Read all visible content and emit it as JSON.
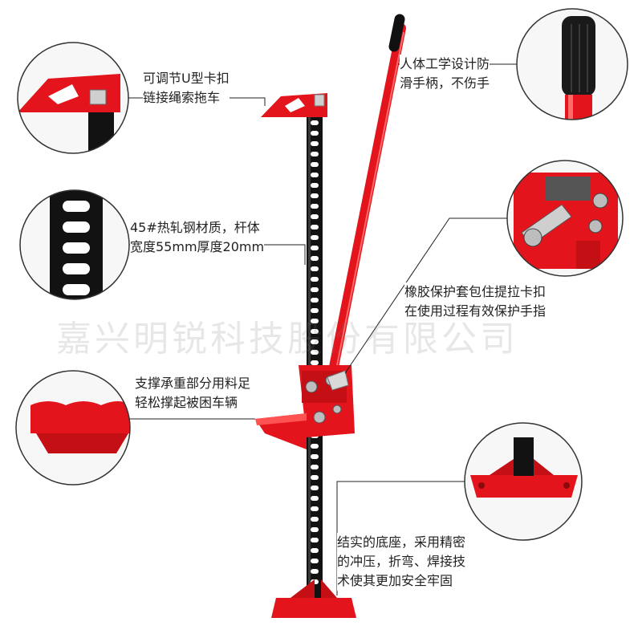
{
  "colors": {
    "accent_red": "#e3141b",
    "dark_red": "#b10d12",
    "steel_black": "#121212",
    "bolt_gray": "#b8b8b8",
    "circle_border": "#333333"
  },
  "watermark": "嘉兴明锐科技股份有限公司",
  "callouts": [
    {
      "id": "u-clevis",
      "lines": [
        "可调节U型卡扣",
        "链接绳索拖车"
      ]
    },
    {
      "id": "bar-material",
      "lines": [
        "45#热轧钢材质，杆体",
        "宽度55mm厚度20mm"
      ]
    },
    {
      "id": "foot",
      "lines": [
        "支撑承重部分用料足",
        "轻松撑起被困车辆"
      ]
    },
    {
      "id": "handle",
      "lines": [
        "人体工学设计防",
        "滑手柄，不伤手"
      ]
    },
    {
      "id": "rubber-cover",
      "lines": [
        "橡胶保护套包住提拉卡扣",
        "在使用过程有效保护手指"
      ]
    },
    {
      "id": "base",
      "lines": [
        "结实的底座，采用精密",
        "的冲压，折弯、焊接技",
        "术使其更加安全牢固"
      ]
    }
  ]
}
